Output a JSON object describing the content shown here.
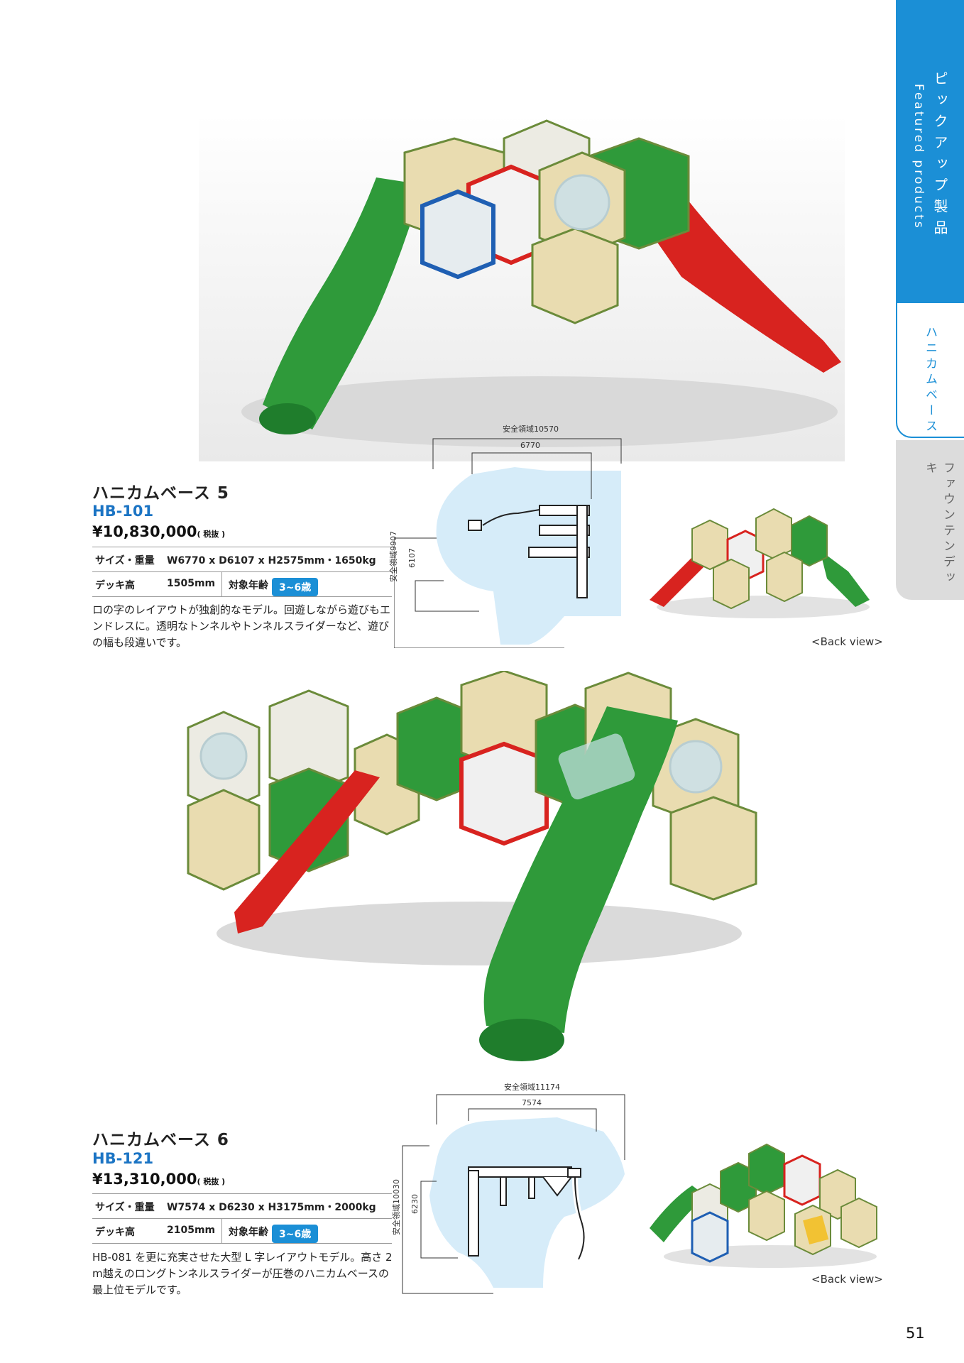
{
  "side_tabs": {
    "featured_jp": "ピックアップ製品",
    "featured_en": "Featured products",
    "honeycomb": "ハニカムベース",
    "fountain": "ファウンテンデッキ"
  },
  "products": [
    {
      "name": "ハニカムベース 5",
      "code": "HB-101",
      "price": "¥10,830,000",
      "tax": "( 税抜 )",
      "size_label": "サイズ・重量",
      "size_value": "W6770 x D6107 x H2575mm・1650kg",
      "deck_label": "デッキ高",
      "deck_value": "1505mm",
      "age_label": "対象年齢",
      "age_value": "3~6歳",
      "description": "ロの字のレイアウトが独創的なモデル。回遊しながら遊びもエンドレスに。透明なトンネルやトンネルスライダーなど、遊びの幅も段違いです。",
      "back_view": "<Back view>",
      "dims": {
        "safety_w": "安全領域10570",
        "w": "6770",
        "safety_d": "安全領域9907",
        "d": "6107"
      }
    },
    {
      "name": "ハニカムベース 6",
      "code": "HB-121",
      "price": "¥13,310,000",
      "tax": "( 税抜 )",
      "size_label": "サイズ・重量",
      "size_value": "W7574 x D6230 x H3175mm・2000kg",
      "deck_label": "デッキ高",
      "deck_value": "2105mm",
      "age_label": "対象年齢",
      "age_value": "3~6歳",
      "description": "HB-081 を更に充実させた大型 L 字レイアウトモデル。高さ 2 m越えのロングトンネルスライダーが圧巻のハニカムベースの最上位モデルです。",
      "back_view": "<Back view>",
      "dims": {
        "safety_w": "安全領域11174",
        "w": "7574",
        "safety_d": "安全領域10030",
        "d": "6230"
      }
    }
  ],
  "page_number": "51",
  "colors": {
    "accent": "#1b8fd6",
    "code_blue": "#1b74c4",
    "safety_zone": "#d6ecf9"
  }
}
